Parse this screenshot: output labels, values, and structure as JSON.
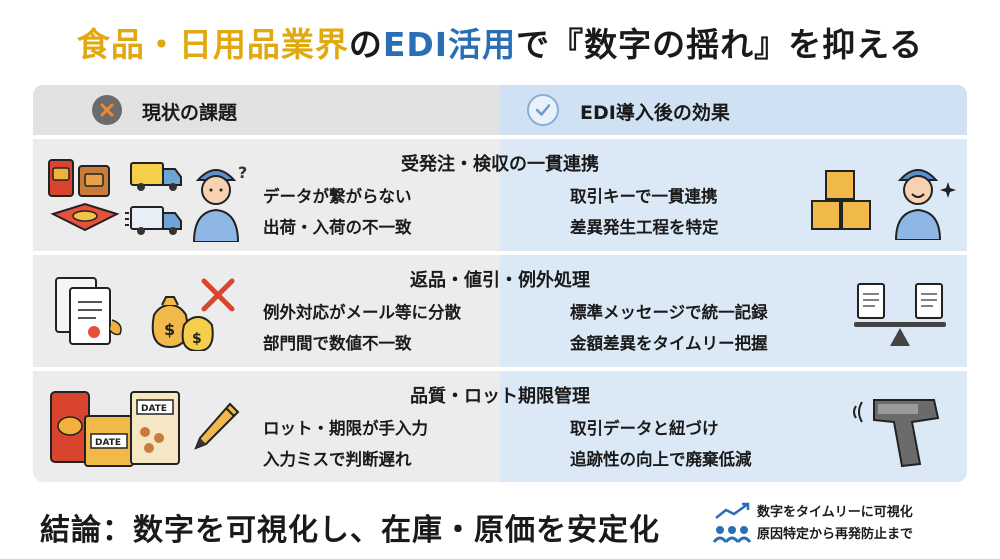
{
  "title": {
    "part1": "食品・日用品業界",
    "part2": "の",
    "part3": "EDI活用",
    "part4": "で",
    "part5": "『数字の揺れ』",
    "part6": "を抑える"
  },
  "columns": {
    "left_header": "現状の課題",
    "right_header": "EDI導入後の効果"
  },
  "rows": [
    {
      "title": "受発注・検収の一貫連携",
      "issues": [
        "データが繋がらない",
        "出荷・入荷の不一致"
      ],
      "effects": [
        "取引キーで一貫連携",
        "差異発生工程を特定"
      ]
    },
    {
      "title": "返品・値引・例外処理",
      "issues": [
        "例外対応がメール等に分散",
        "部門間で数値不一致"
      ],
      "effects": [
        "標準メッセージで統一記録",
        "金額差異をタイムリー把握"
      ]
    },
    {
      "title": "品質・ロット期限管理",
      "issues": [
        "ロット・期限が手入力",
        "入力ミスで判断遅れ"
      ],
      "effects": [
        "取引データと紐づけ",
        "追跡性の向上で廃棄低減"
      ]
    }
  ],
  "icon_labels": {
    "question_mark": "?",
    "money_symbol": "$",
    "date_label": "DATE"
  },
  "conclusion": "結論：数字を可視化し、在庫・原価を安定化",
  "summary": [
    "数字をタイムリーに可視化",
    "原因特定から再発防止まで"
  ],
  "colors": {
    "accent_yellow": "#e0a912",
    "accent_blue": "#2a6fb5",
    "issue_panel": "#ececec",
    "effect_panel": "#dbe9f7",
    "highlight": "#fbe27a"
  }
}
